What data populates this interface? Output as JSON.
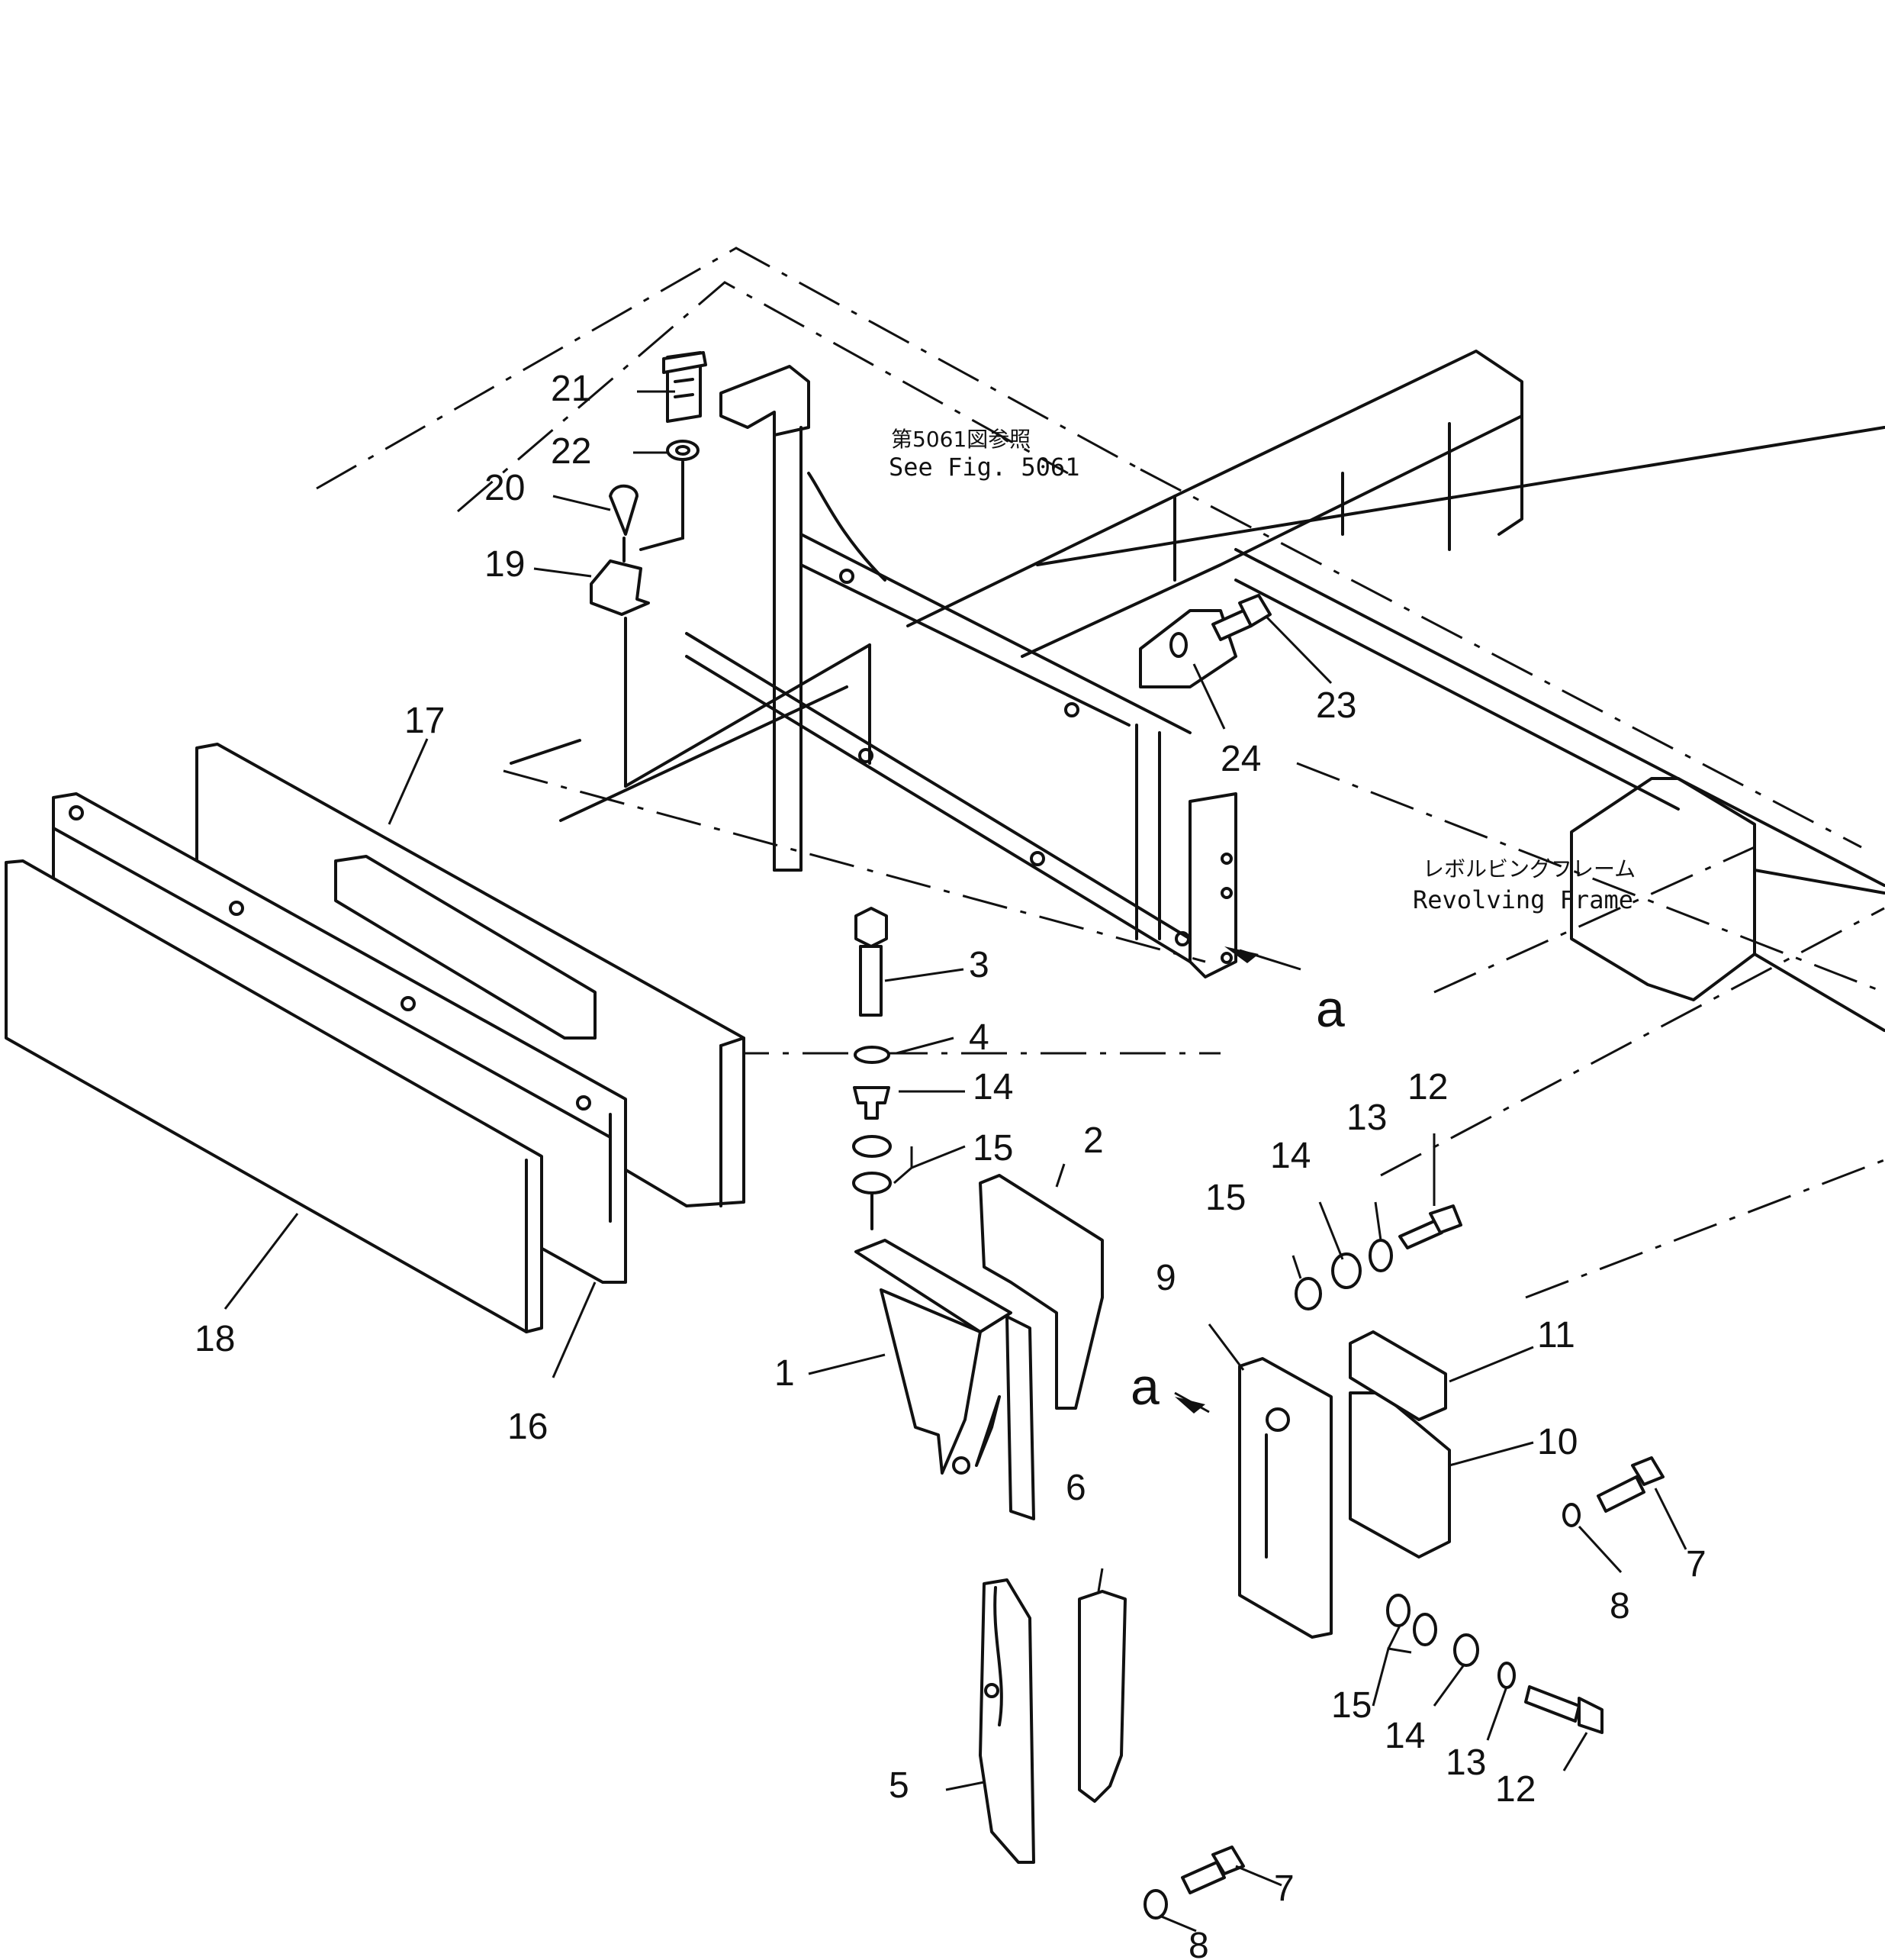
{
  "notes": {
    "fig_ref_jp": "第5061図参照",
    "fig_ref_en": "See Fig. 5061",
    "frame_jp": "レボルビングフレーム",
    "frame_en": "Revolving Frame"
  },
  "view_markers": [
    "a",
    "a"
  ],
  "callouts": [
    "1",
    "2",
    "3",
    "4",
    "5",
    "6",
    "7",
    "7",
    "8",
    "8",
    "9",
    "10",
    "11",
    "12",
    "12",
    "13",
    "13",
    "14",
    "14",
    "14",
    "15",
    "15",
    "15",
    "16",
    "17",
    "18",
    "19",
    "20",
    "21",
    "22",
    "23",
    "24"
  ]
}
